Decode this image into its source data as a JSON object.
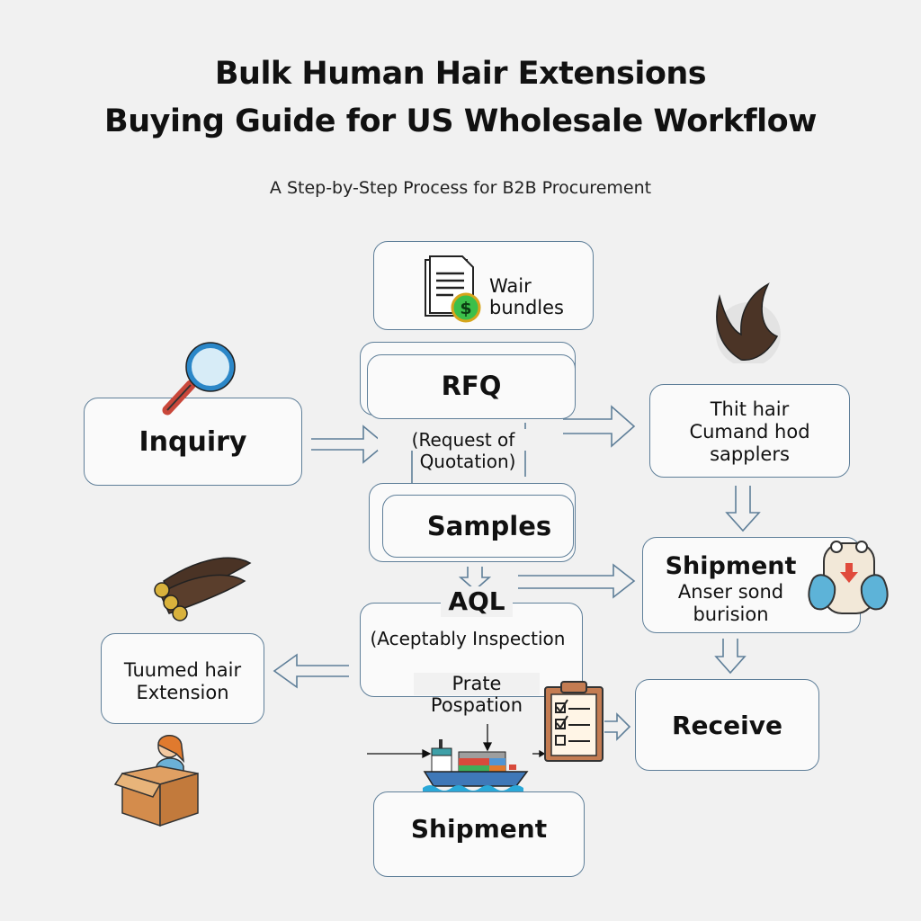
{
  "header": {
    "title_line1": "Bulk Human Hair Extensions",
    "title_line2": "Buying Guide for US Wholesale Workflow",
    "subtitle": "A Step-by-Step Process for B2B Procurement"
  },
  "nodes": {
    "wair": {
      "line1": "Wair",
      "line2": "bundles"
    },
    "rfq": {
      "label": "RFQ",
      "sub1": "(Request of",
      "sub2": "Quotation)"
    },
    "inquiry": {
      "label": "Inquiry"
    },
    "supplier": {
      "line1": "Thit hair",
      "line2": "Cumand hod",
      "line3": "sapplers"
    },
    "samples": {
      "label": "Samples"
    },
    "shipment_right": {
      "label": "Shipment",
      "line1": "Anser sond",
      "line2": "burision"
    },
    "aql": {
      "label": "AQL",
      "sub": "(Aceptably Inspection",
      "note1": "Prate",
      "note2": "Pospation"
    },
    "extension": {
      "line1": "Tuumed hair",
      "line2": "Extension"
    },
    "receive": {
      "label": "Receive"
    },
    "shipment_bottom": {
      "label": "Shipment"
    }
  },
  "colors": {
    "border": "#5f7f99",
    "background": "#f1f1f1",
    "box": "#fafafa"
  }
}
